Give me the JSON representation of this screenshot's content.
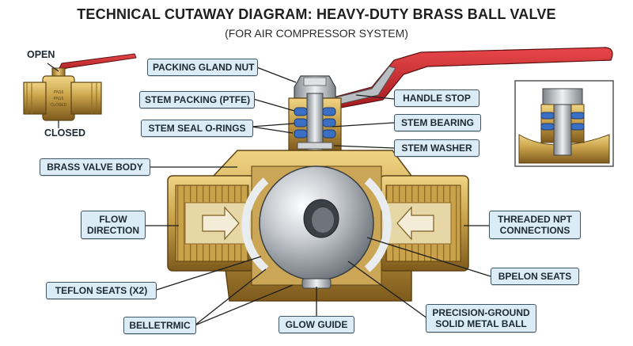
{
  "title": "TECHNICAL CUTAWAY DIAGRAM: HEAVY-DUTY BRASS BALL VALVE",
  "subtitle": "(FOR AIR COMPRESSOR SYSTEM)",
  "mini_valve": {
    "open_label": "OPEN",
    "closed_label": "CLOSED"
  },
  "labels": {
    "packing_gland_nut": "PACKING GLAND NUT",
    "stem_packing": "STEM PACKING (PTFE)",
    "stem_seal_orings": "STEM SEAL O-RINGS",
    "brass_valve_body": "BRASS VALVE BODY",
    "flow_direction_1": "FLOW",
    "flow_direction_2": "DIRECTION",
    "teflon_seats": "TEFLON SEATS (X2)",
    "belletrmic": "BELLETRMIC",
    "glow_guide": "GLOW GUIDE",
    "handle_stop": "HANDLE STOP",
    "stem_bearing": "STEM BEARING",
    "stem_washer": "STEM WASHER",
    "threaded_npt_1": "THREADED NPT",
    "threaded_npt_2": "CONNECTIONS",
    "bpelon_seats": "BPELON SEATS",
    "precision_ball_1": "PRECISION-GROUND",
    "precision_ball_2": "SOLID METAL BALL"
  },
  "colors": {
    "brass": "#c9a24a",
    "brass_dark": "#8e6a22",
    "handle_red": "#c8282c",
    "label_fill": "#dcecf6",
    "oring_blue": "#3a6fc4"
  }
}
